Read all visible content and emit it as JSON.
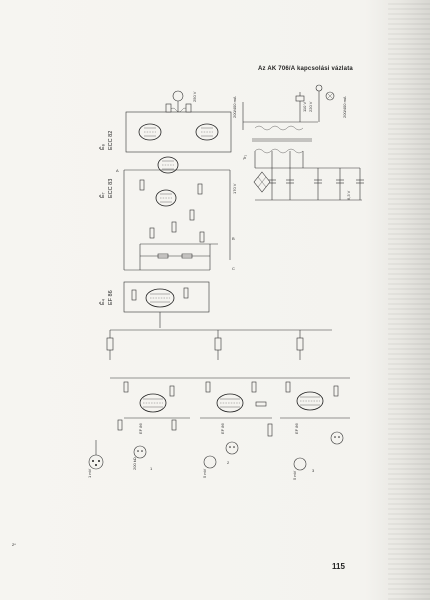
{
  "caption": "Az AK 706/A kapcsolási vázlata",
  "page_number": "115",
  "margin_mark": "2*",
  "tubes": {
    "upper_pair": {
      "ref": "Ẽ₈",
      "type": "ECC 82"
    },
    "middle_pair": {
      "ref": "Ẽ₇",
      "type": "ECC 83"
    },
    "driver": {
      "ref": "Ẽ₄",
      "type": "EF 86"
    },
    "input_1": {
      "type": "EF 86"
    },
    "input_2": {
      "type": "EF 86"
    },
    "input_3": {
      "type": "EF 86"
    }
  },
  "power_supply": {
    "mains_voltage_1": "110 V",
    "mains_voltage_2": "220 V",
    "heater_voltage": "6,3 V",
    "ht_voltage": "250 V",
    "output_rating_1": "200/400 mA",
    "output_rating_2": "200/400 mA",
    "transformer": "Tr₁",
    "rectifier_voltage": "170 V"
  },
  "inputs": {
    "in_1": {
      "sensitivity": "1 mV",
      "impedance": "200 kΩ",
      "socket": "1"
    },
    "in_2": {
      "sensitivity": "5 mV",
      "impedance": "",
      "socket": "2"
    },
    "in_3": {
      "sensitivity": "5 mV",
      "impedance": "",
      "socket": "3"
    }
  },
  "node_labels": {
    "node_a": "A",
    "node_b": "B",
    "node_c": "C"
  }
}
